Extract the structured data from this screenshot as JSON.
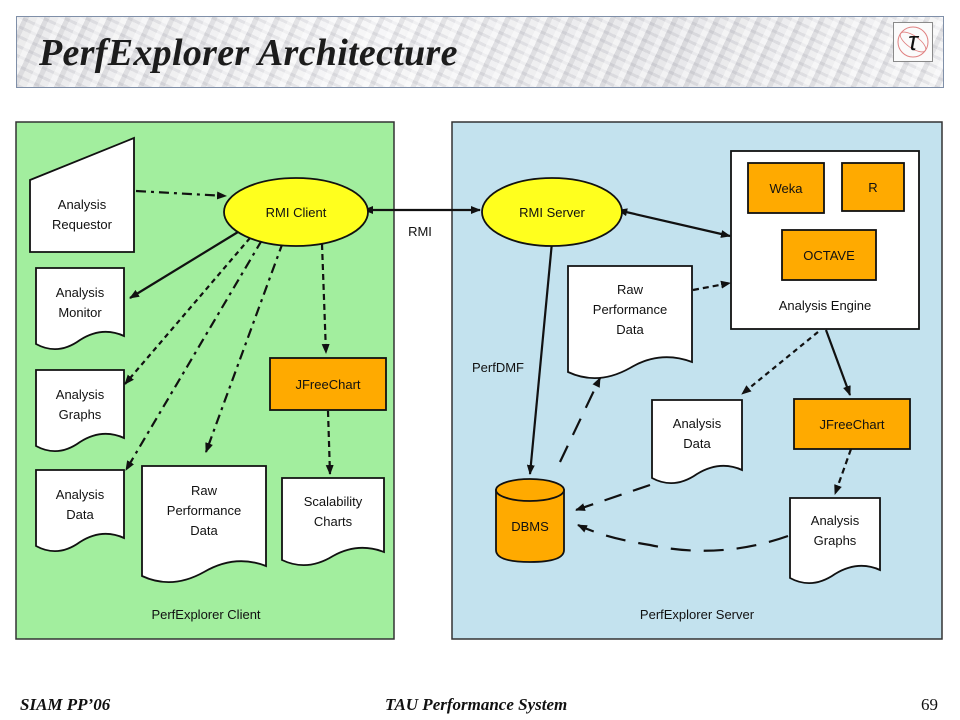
{
  "slide": {
    "title": "PerfExplorer Architecture",
    "logo_glyph": "τ",
    "footer_left": "SIAM PP’06",
    "footer_center": "TAU Performance System",
    "page_number": "69"
  },
  "diagram": {
    "client_panel_label": "PerfExplorer Client",
    "server_panel_label": "PerfExplorer Server",
    "rmi_client": "RMI Client",
    "rmi_server": "RMI Server",
    "rmi_link_label": "RMI",
    "perfdmf_label": "PerfDMF",
    "client": {
      "analysis_requestor": [
        "Analysis",
        "Requestor"
      ],
      "analysis_monitor": [
        "Analysis",
        "Monitor"
      ],
      "analysis_graphs": [
        "Analysis",
        "Graphs"
      ],
      "analysis_data": [
        "Analysis",
        "Data"
      ],
      "raw_performance_data": [
        "Raw",
        "Performance",
        "Data"
      ],
      "jfreechart": "JFreeChart",
      "scalability_charts": [
        "Scalability",
        "Charts"
      ]
    },
    "server": {
      "weka": "Weka",
      "r": "R",
      "octave": "OCTAVE",
      "analysis_engine": "Analysis Engine",
      "raw_performance_data": [
        "Raw",
        "Performance",
        "Data"
      ],
      "analysis_data": [
        "Analysis",
        "Data"
      ],
      "jfreechart": "JFreeChart",
      "analysis_graphs": [
        "Analysis",
        "Graphs"
      ],
      "dbms": "DBMS"
    },
    "colors": {
      "client_panel": "#a2ee9e",
      "server_panel": "#c3e2ee",
      "ellipse": "#ffff1e",
      "orange_box": "#ffaa00",
      "dbms": "#ffaa00",
      "document": "#ffffff"
    }
  }
}
